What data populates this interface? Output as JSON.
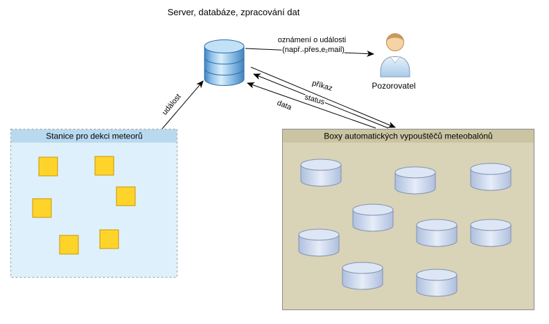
{
  "diagram": {
    "server": {
      "label": "Server, databáze, zpracování dat",
      "icon": "database-icon"
    },
    "observer": {
      "label": "Pozorovatel",
      "icon": "person-icon"
    },
    "station_box": {
      "title": "Stanice pro dekci meteorů",
      "item_icon": "station-square-icon",
      "item_count": 6
    },
    "launcher_box": {
      "title": "Boxy automatických vypouštěčů meteobalónů",
      "item_icon": "launcher-cylinder-icon",
      "item_count": 9
    },
    "edges": {
      "event": "událost",
      "notification_line1": "oznámení o události",
      "notification_line2": "(např. přes e-mail)",
      "command": "příkaz",
      "status": "status",
      "data": "data"
    },
    "colors": {
      "database_blue": "#5b9bd5",
      "station_yellow": "#ffd42a",
      "station_box_bg": "#def0fb",
      "station_box_header": "#b9d9ef",
      "launcher_box_bg": "#d9d3b8",
      "launcher_box_header": "#cbc4a3",
      "cylinder_blue": "#c9d6ec",
      "arrow": "#000000"
    }
  }
}
